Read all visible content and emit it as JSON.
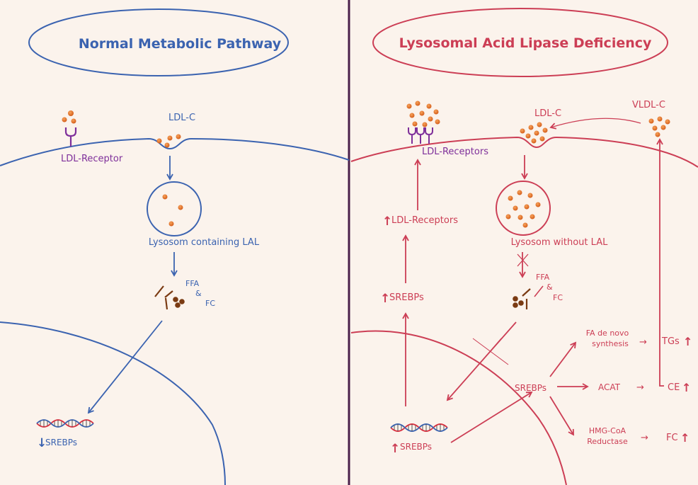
{
  "left_panel": {
    "title": "Normal Metabolic Pathway",
    "ldl_c": "LDL-C",
    "ldl_receptor": "LDL-Receptor",
    "lysosome": "Lysosom containing LAL",
    "ffa": "FFA",
    "amp": "&",
    "fc": "FC",
    "srebps": "SREBPs",
    "srebp_arrow": "↓"
  },
  "right_panel": {
    "title": "Lysosomal Acid Lipase Deficiency",
    "ldl_c": "LDL-C",
    "vldl_c": "VLDL-C",
    "ldl_receptors_top": "LDL-Receptors",
    "ldl_receptors_mid": "LDL-Receptors",
    "up_arrow": "↑",
    "lysosome": "Lysosom without LAL",
    "ffa": "FFA",
    "amp": "&",
    "fc": "FC",
    "srebps_mid": "SREBPs",
    "srebps_center": "SREBPs",
    "srebps_bottom": "SREBPs",
    "fa_de_novo_1": "FA de novo",
    "fa_de_novo_2": "synthesis",
    "acat": "ACAT",
    "hmg_coa_1": "HMG-CoA",
    "hmg_coa_2": "Reductase",
    "tgs": "TGs",
    "ce": "CE",
    "fc_out": "FC",
    "small_arrow": "→"
  },
  "colors": {
    "background": "#fbf3ec",
    "left_blue": "#3b63b0",
    "right_red": "#cc3e55",
    "divider": "#4a1f4a",
    "receptor_purple": "#7e2f9a",
    "particle_orange": "#e8772e",
    "fat_brown": "#7a3a12"
  }
}
